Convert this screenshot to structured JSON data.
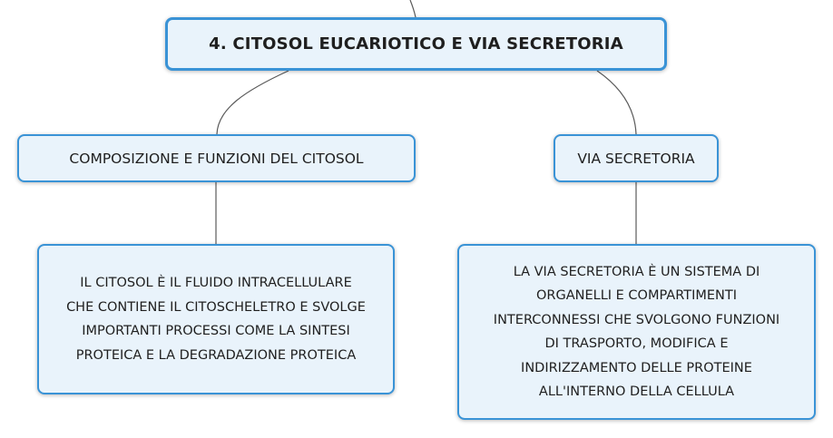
{
  "root": {
    "label": "4. CITOSOL EUCARIOTICO E VIA SECRETORIA"
  },
  "branches": [
    {
      "label": "COMPOSIZIONE E FUNZIONI DEL CITOSOL",
      "detail": [
        "IL CITOSOL È IL FLUIDO INTRACELLULARE",
        "CHE CONTIENE IL CITOSCHELETRO E SVOLGE",
        "IMPORTANTI PROCESSI COME LA SINTESI",
        "PROTEICA E LA DEGRADAZIONE PROTEICA"
      ]
    },
    {
      "label": "VIA SECRETORIA",
      "detail": [
        "LA VIA SECRETORIA È UN SISTEMA DI",
        "ORGANELLI E COMPARTIMENTI",
        "INTERCONNESSI CHE SVOLGONO FUNZIONI",
        "DI TRASPORTO, MODIFICA E",
        "INDIRIZZAMENTO DELLE PROTEINE",
        "ALL'INTERNO DELLA CELLULA"
      ]
    }
  ],
  "colors": {
    "node_border": "#3a93d6",
    "node_fill": "#e9f3fb",
    "connector": "#5a5a5a"
  }
}
